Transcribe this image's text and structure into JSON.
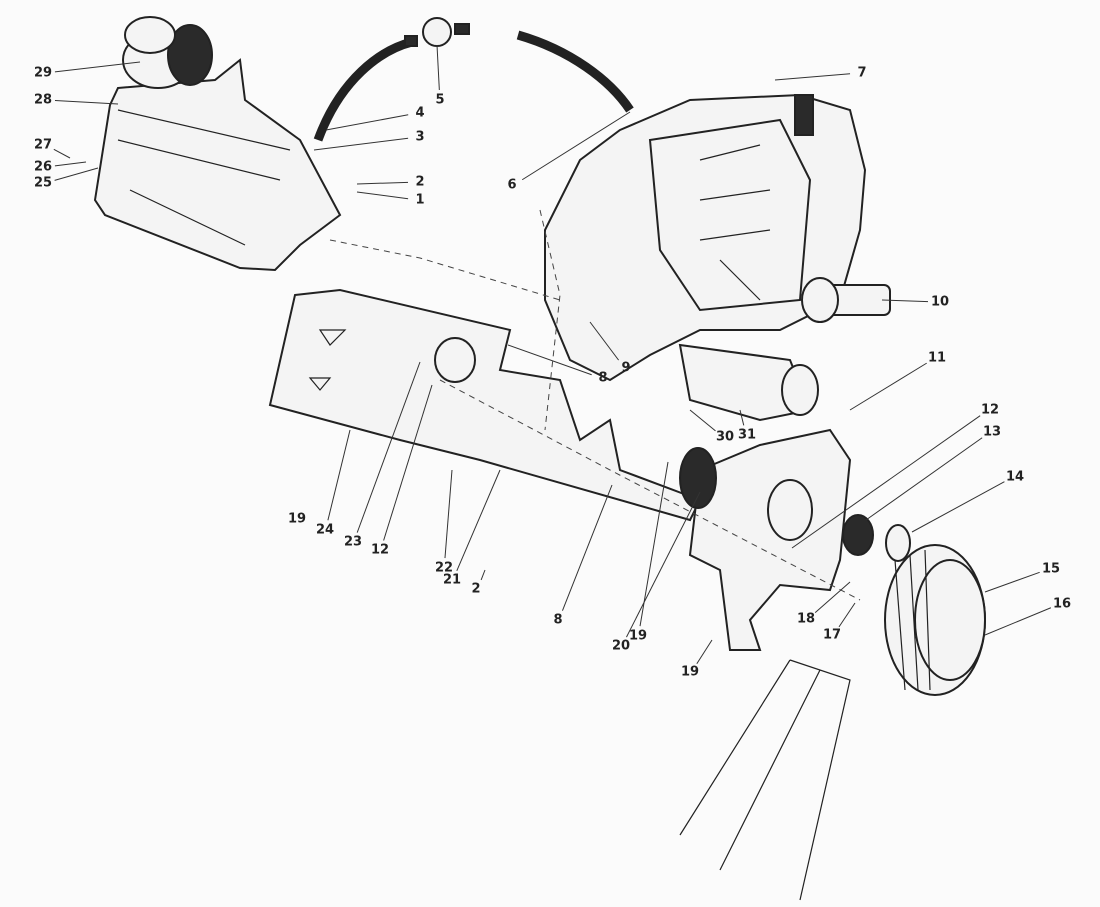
{
  "diagram": {
    "callouts": [
      "1",
      "2",
      "3",
      "4",
      "5",
      "6",
      "7",
      "8",
      "9",
      "10",
      "11",
      "12",
      "13",
      "14",
      "15",
      "16",
      "17",
      "18",
      "19",
      "19",
      "19",
      "20",
      "21",
      "2",
      "22",
      "12",
      "23",
      "24",
      "8",
      "25",
      "26",
      "27",
      "28",
      "29",
      "30",
      "31"
    ]
  },
  "colors": {
    "ink": "#222222",
    "paper": "#fbfbfb"
  }
}
